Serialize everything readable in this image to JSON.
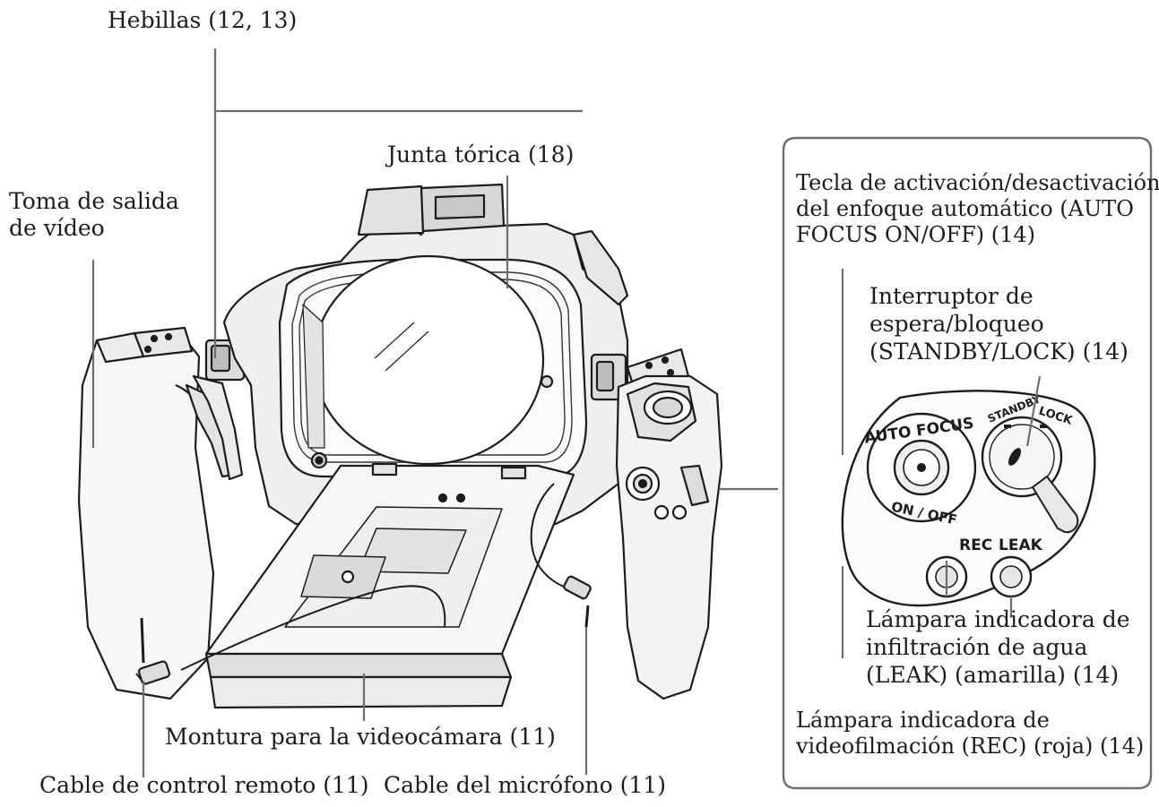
{
  "labels": {
    "hebillas": "Hebillas (12, 13)",
    "junta": "Junta tórica (18)",
    "toma": [
      "Toma de salida",
      "de vídeo"
    ],
    "tecla": [
      "Tecla de activación/desactivación",
      "del enfoque automático (AUTO",
      "FOCUS ON/OFF) (14)"
    ],
    "interruptor": [
      "Interruptor de",
      "espera/bloqueo",
      "(STANDBY/LOCK) (14)"
    ],
    "leak": [
      "Lámpara indicadora de",
      "infiltración de agua",
      "(LEAK) (amarilla) (14)"
    ],
    "rec": [
      "Lámpara indicadora de",
      "videofilmación (REC) (roja) (14)"
    ],
    "montura": "Montura para la videocámara (11)",
    "cable_remoto": "Cable de control remoto (11)",
    "cable_micro": "Cable del micrófono (11)"
  },
  "panel": {
    "auto_focus": "AUTO FOCUS",
    "on_off": "ON / OFF",
    "standby": "STANDBY",
    "lock": "LOCK",
    "rec": "REC",
    "leak": "LEAK"
  },
  "colors": {
    "ink": "#1c1c1c",
    "leader": "#6e6e6e",
    "fill_light": "#f4f4f4",
    "fill_mid": "#d9d9d9"
  }
}
